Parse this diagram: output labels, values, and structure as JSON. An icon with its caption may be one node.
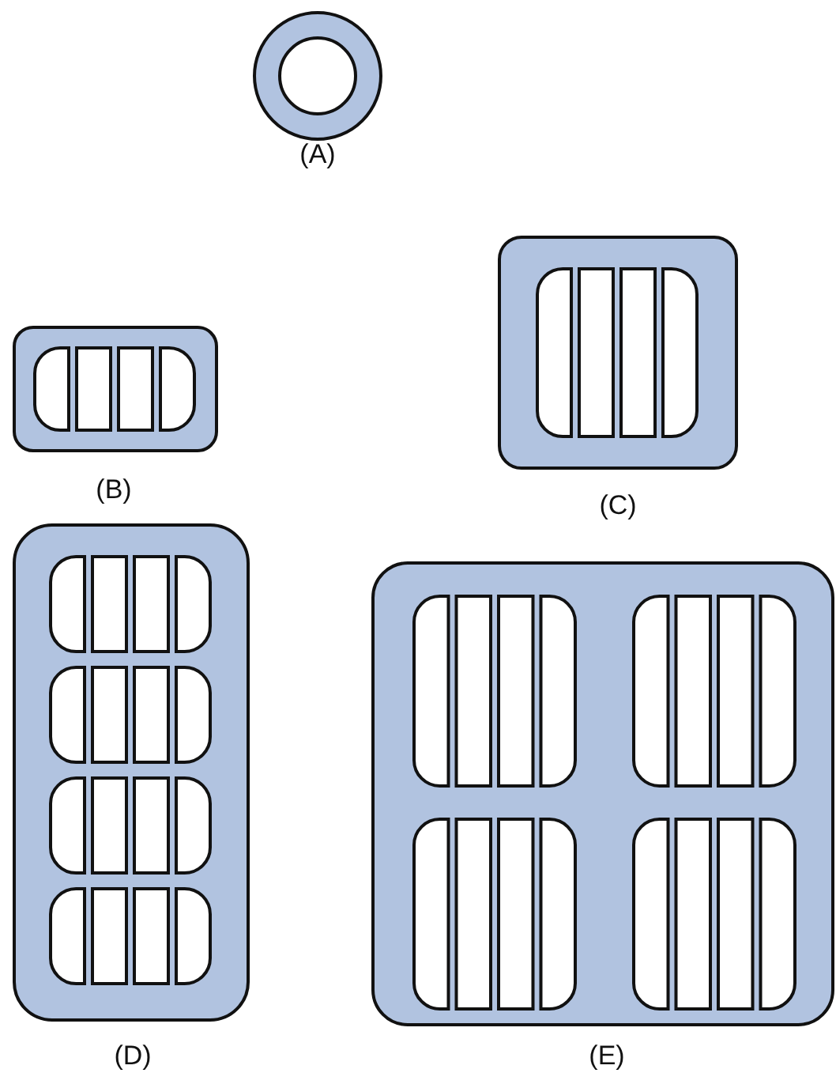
{
  "diagram": {
    "labels": [
      "(A)",
      "(B)",
      "(C)",
      "(D)",
      "(E)"
    ]
  }
}
